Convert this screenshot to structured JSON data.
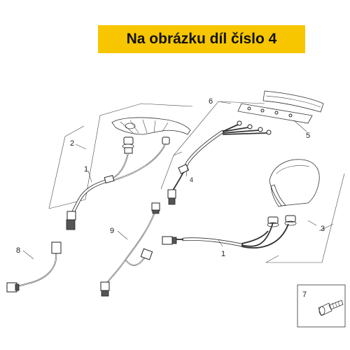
{
  "banner": {
    "text": "Na obrázku díl číslo 4",
    "color": "#f7c600"
  },
  "callouts": {
    "part1_a": "1",
    "part1_b": "1",
    "part2": "2",
    "part3": "3",
    "part4": "4",
    "part5": "5",
    "part6": "6",
    "part7": "7",
    "part8": "8",
    "part9": "9"
  }
}
